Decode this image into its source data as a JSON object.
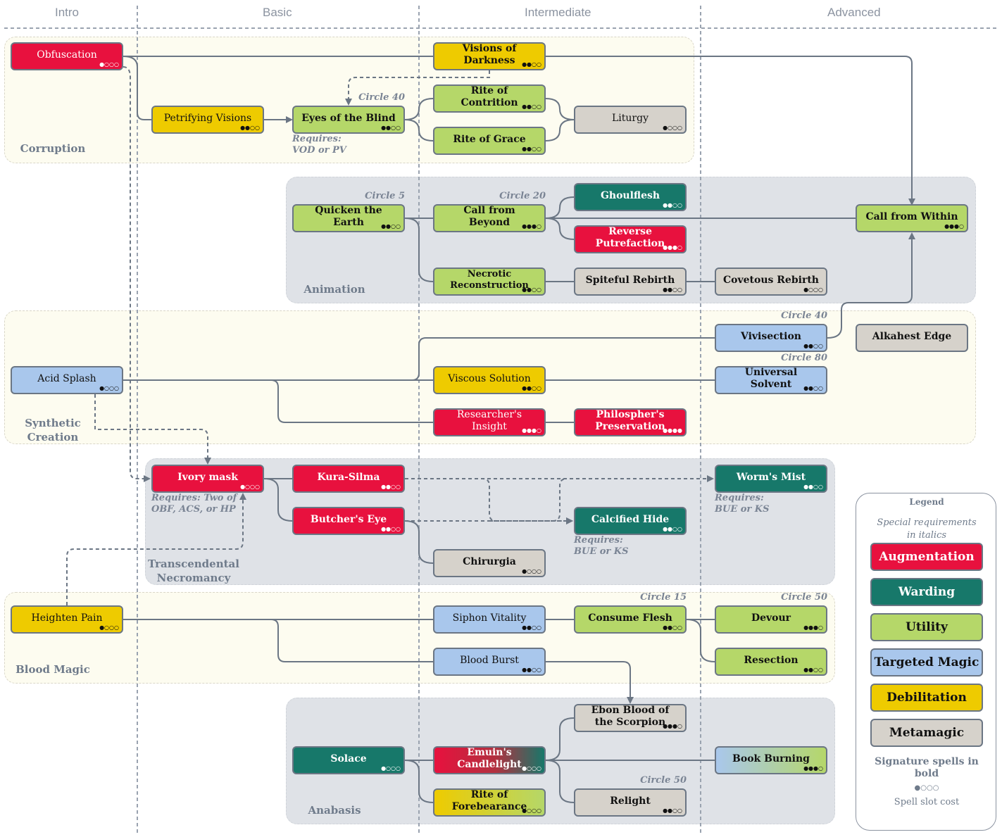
{
  "tiers": [
    "Intro",
    "Basic",
    "Intermediate",
    "Advanced"
  ],
  "groups": {
    "corruption": "Corruption",
    "animation": "Animation",
    "synthetic": [
      "Synthetic",
      "Creation"
    ],
    "transcendental": [
      "Transcendental",
      "Necromancy"
    ],
    "blood": "Blood Magic",
    "anabasis": "Anabasis"
  },
  "spells": {
    "obfuscation": {
      "name": "Obfuscation",
      "cost": "●○○○"
    },
    "visions_darkness": {
      "name": "Visions of Darkness",
      "cost": "●●○○"
    },
    "petrifying": {
      "name": "Petrifying Visions",
      "cost": "●●○○"
    },
    "eyes_blind": {
      "name": "Eyes of the Blind",
      "cost": "●●○○"
    },
    "rite_contrition": {
      "name": "Rite of Contrition",
      "cost": "●●○○"
    },
    "rite_grace": {
      "name": "Rite of Grace",
      "cost": "●●○○"
    },
    "liturgy": {
      "name": "Liturgy",
      "cost": "●○○○"
    },
    "quicken": {
      "name": "Quicken the Earth",
      "cost": "●●○○"
    },
    "call_beyond": {
      "name": "Call from Beyond",
      "cost": "●●●○"
    },
    "ghoulflesh": {
      "name": "Ghoulflesh",
      "cost": "●●○○"
    },
    "reverse_putrefaction": {
      "name": "Reverse Putrefaction",
      "cost": "●●●○"
    },
    "call_within": {
      "name": "Call from Within",
      "cost": "●●●○"
    },
    "necrotic": {
      "name": "Necrotic Reconstruction",
      "cost": "●●○○"
    },
    "spiteful": {
      "name": "Spiteful Rebirth",
      "cost": "●●○○"
    },
    "covetous": {
      "name": "Covetous Rebirth",
      "cost": "●○○○"
    },
    "vivisection": {
      "name": "Vivisection",
      "cost": "●●○○"
    },
    "alkahest": {
      "name": "Alkahest Edge",
      "cost": ""
    },
    "acid_splash": {
      "name": "Acid Splash",
      "cost": "●○○○"
    },
    "viscous": {
      "name": "Viscous Solution",
      "cost": "●●○○"
    },
    "universal": {
      "name": "Universal Solvent",
      "cost": "●●○○"
    },
    "researcher": {
      "name": "Researcher's Insight",
      "cost": "●●●○"
    },
    "philospher": {
      "name": "Philospher's Preservation",
      "cost": "●●●●"
    },
    "ivory": {
      "name": "Ivory mask",
      "cost": "●○○○"
    },
    "kura": {
      "name": "Kura-Silma",
      "cost": "●●○○"
    },
    "worms_mist": {
      "name": "Worm's Mist",
      "cost": "●●○○"
    },
    "butchers_eye": {
      "name": "Butcher's Eye",
      "cost": "●●○○"
    },
    "calcified": {
      "name": "Calcified Hide",
      "cost": "●●○○"
    },
    "chirurgia": {
      "name": "Chirurgia",
      "cost": "●○○○"
    },
    "heighten_pain": {
      "name": "Heighten Pain",
      "cost": "●○○○"
    },
    "siphon": {
      "name": "Siphon Vitality",
      "cost": "●●○○"
    },
    "consume_flesh": {
      "name": "Consume Flesh",
      "cost": "●●○○"
    },
    "devour": {
      "name": "Devour",
      "cost": "●●●○"
    },
    "blood_burst": {
      "name": "Blood Burst",
      "cost": "●●○○"
    },
    "resection": {
      "name": "Resection",
      "cost": "●●○○"
    },
    "ebon_blood": {
      "name": "Ebon Blood of the Scorpion",
      "cost": "●●●○"
    },
    "solace": {
      "name": "Solace",
      "cost": "●○○○"
    },
    "emuin": {
      "name": "Emuin's Candlelight",
      "cost": "●○○○"
    },
    "book_burning": {
      "name": "Book Burning",
      "cost": "●●●○"
    },
    "rite_forebearance": {
      "name": "Rite of Forebearance",
      "cost": "●○○○"
    },
    "relight": {
      "name": "Relight",
      "cost": "●●○○"
    }
  },
  "circles": {
    "eyes_blind": "Circle 40",
    "quicken": "Circle 5",
    "call_beyond": "Circle 20",
    "vivisection": "Circle 40",
    "universal": "Circle 80",
    "consume_flesh": "Circle 15",
    "devour": "Circle 50",
    "relight": "Circle 50"
  },
  "requirements": {
    "eyes_blind": [
      "Requires:",
      "VOD or PV"
    ],
    "ivory": [
      "Requires: Two of",
      "OBF, ACS, or HP"
    ],
    "worms_mist": [
      "Requires:",
      "BUE or KS"
    ],
    "calcified": [
      "Requires:",
      "BUE or KS"
    ]
  },
  "legend": {
    "title": "Legend",
    "special": [
      "Special requirements",
      "in italics"
    ],
    "categories": [
      "Augmentation",
      "Warding",
      "Utility",
      "Targeted Magic",
      "Debilitation",
      "Metamagic"
    ],
    "signature": [
      "Signature spells in",
      "bold"
    ],
    "dots": "●○○○",
    "cost_label": "Spell slot cost"
  },
  "colors": {
    "augmentation": "#e8113e",
    "warding": "#17786a",
    "utility": "#b5d769",
    "targeted": "#a9c7ec",
    "debilitation": "#eecb00",
    "metamagic": "#d6d2cb",
    "connector": "#6b7684"
  }
}
